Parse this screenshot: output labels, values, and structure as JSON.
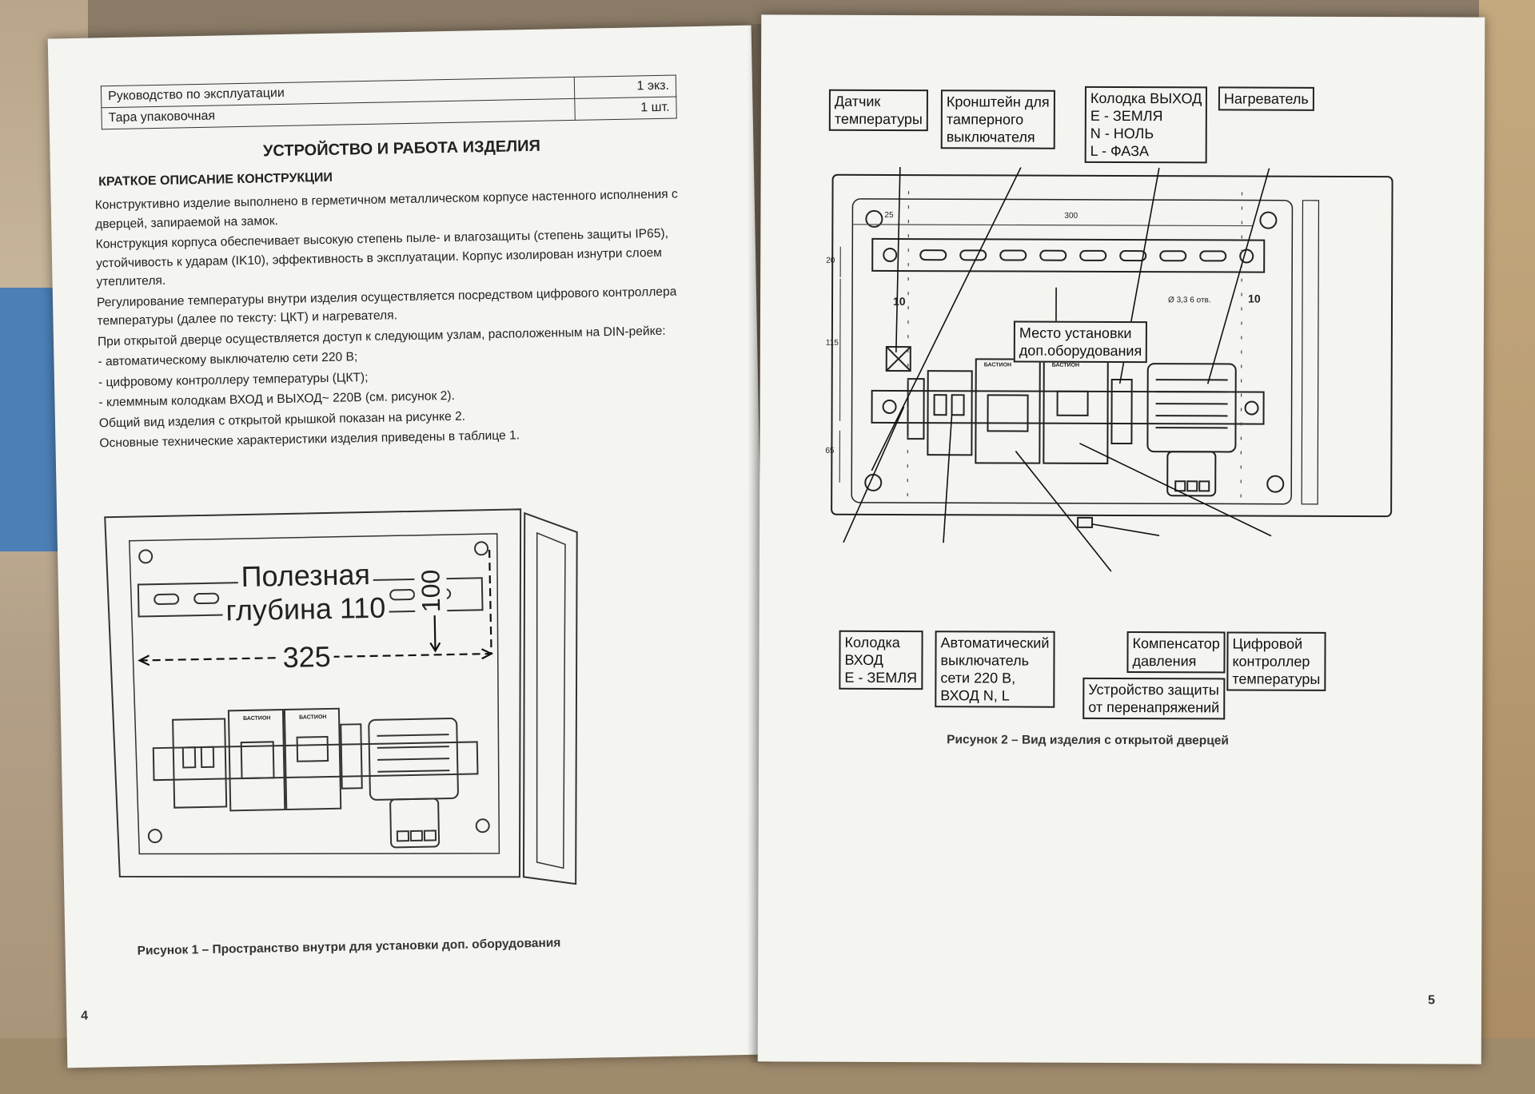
{
  "left_page": {
    "table": [
      {
        "item": "Руководство по эксплуатации",
        "qty": "1 экз."
      },
      {
        "item": "Тара упаковочная",
        "qty": "1 шт."
      }
    ],
    "section_title": "УСТРОЙСТВО И РАБОТА ИЗДЕЛИЯ",
    "subsection_title": "КРАТКОЕ ОПИСАНИЕ КОНСТРУКЦИИ",
    "paragraphs": [
      "Конструктивно изделие выполнено в герметичном металлическом корпусе настенного исполнения с дверцей, запираемой на замок.",
      "Конструкция корпуса обеспечивает высокую степень пыле- и влагозащиты (степень защиты IP65), устойчивость к ударам (IK10), эффективность в эксплуатации. Корпус изолирован изнутри слоем утеплителя.",
      "Регулирование температуры внутри изделия осуществляется посредством цифрового контроллера температуры (далее по тексту: ЦКТ) и нагревателя.",
      "При открытой дверце осуществляется доступ к следующим узлам, расположенным на DIN-рейке:",
      "- автоматическому выключателю сети 220 В;",
      "- цифровому контроллеру температуры (ЦКТ);",
      "- клеммным колодкам ВХОД и ВЫХОД~ 220В (см. рисунок 2).",
      "Общий вид изделия с открытой крышкой показан на рисунке 2.",
      "Основные технические характеристики изделия приведены в таблице 1."
    ],
    "figure1": {
      "label_line1": "Полезная",
      "label_line2": "глубина 110",
      "height_dim": "100",
      "width_dim": "325",
      "module_brand": "БАСТИОН",
      "caption": "Рисунок 1 – Пространство внутри для установки доп. оборудования"
    },
    "page_number": "4"
  },
  "right_page": {
    "callouts": {
      "sensor": "Датчик\nтемпературы",
      "bracket": "Кронштейн для\nтамперного\nвыключателя",
      "output_block": "Колодка ВЫХОД\nE - ЗЕМЛЯ\nN - НОЛЬ\nL - ФАЗА",
      "heater": "Нагреватель",
      "mount_place": "Место установки\nдоп.оборудования",
      "input_block": "Колодка\nВХОД\nE - ЗЕМЛЯ",
      "breaker": "Автоматический\nвыключатель\nсети 220 В,\nВХОД N, L",
      "surge": "Устройство защиты\nот перенапряжений",
      "compensator": "Компенсатор\nдавления",
      "controller": "Цифровой\nконтроллер\nтемпературы"
    },
    "dims": {
      "d25": "25",
      "d300": "300",
      "d20": "20",
      "d115": "115",
      "d65": "65",
      "d10a": "10",
      "d10b": "10",
      "holes": "Ø 3,3 6 отв."
    },
    "module_brand": "БАСТИОН",
    "caption": "Рисунок 2 – Вид изделия с открытой дверцей",
    "page_number": "5"
  }
}
